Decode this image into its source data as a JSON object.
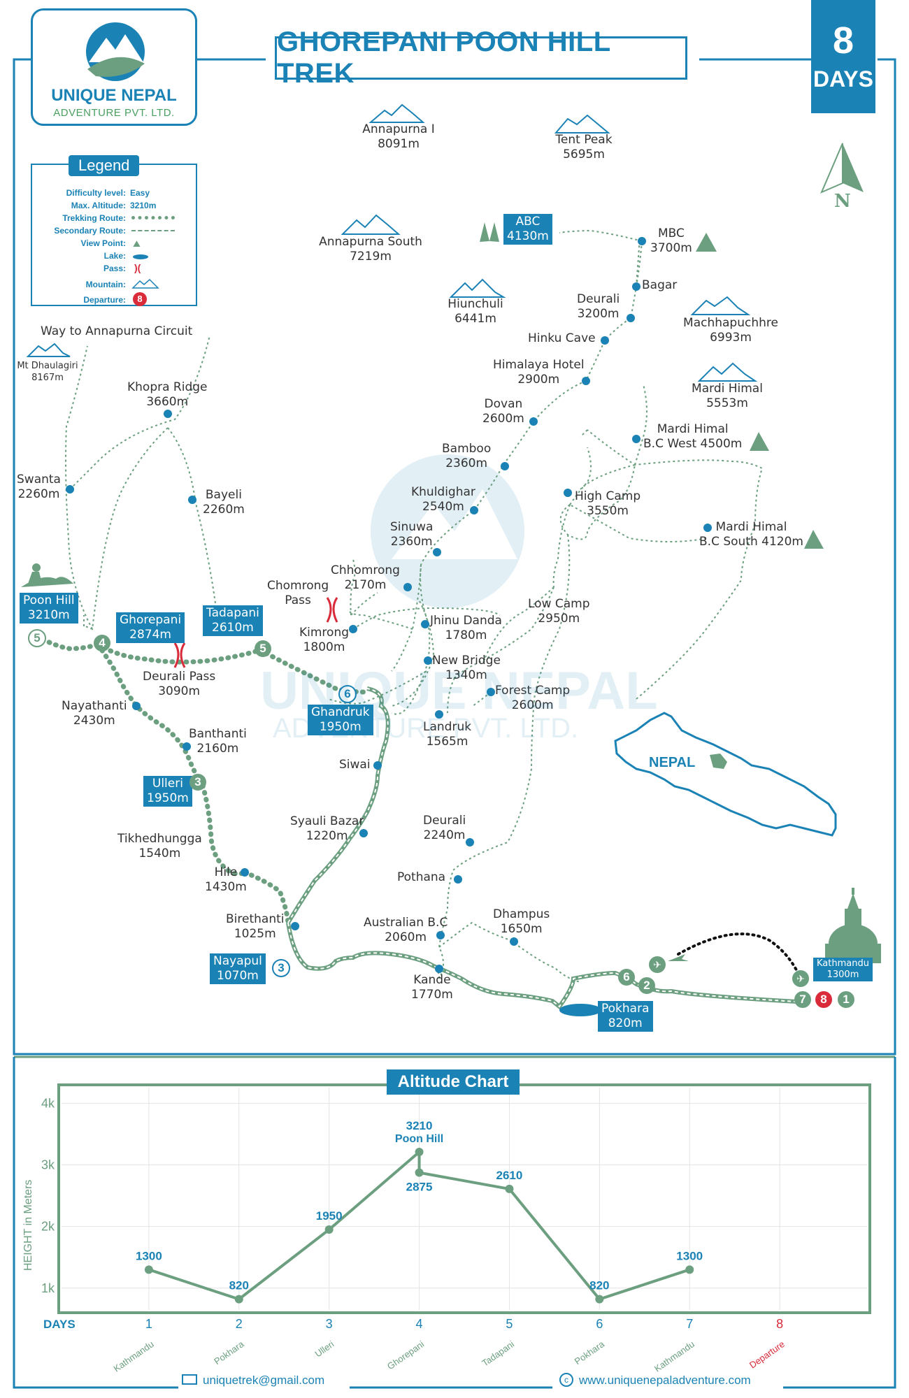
{
  "logo": {
    "name": "UNIQUE NEPAL",
    "sub": "ADVENTURE PVT. LTD."
  },
  "title": "GHOREPANI POON HILL TREK",
  "days": {
    "number": "8",
    "label": "DAYS"
  },
  "north": "N",
  "legend": {
    "title": "Legend",
    "rows": [
      {
        "label": "Difficulty level:",
        "value": "Easy"
      },
      {
        "label": "Max. Altitude:",
        "value": "3210m"
      },
      {
        "label": "Trekking Route:",
        "value": ""
      },
      {
        "label": "Secondary Route:",
        "value": ""
      },
      {
        "label": "View Point:",
        "value": ""
      },
      {
        "label": "Lake:",
        "value": ""
      },
      {
        "label": "Pass:",
        "value": ""
      },
      {
        "label": "Mountain:",
        "value": ""
      },
      {
        "label": "Departure:",
        "value": "8"
      }
    ]
  },
  "mountains": [
    {
      "name": "Annapurna I",
      "alt": "8091m"
    },
    {
      "name": "Tent Peak",
      "alt": "5695m"
    },
    {
      "name": "Annapurna South",
      "alt": "7219m"
    },
    {
      "name": "Hiunchuli",
      "alt": "6441m"
    },
    {
      "name": "Machhapuchhre",
      "alt": "6993m"
    },
    {
      "name": "Mardi Himal",
      "alt": "5553m"
    },
    {
      "name": "Mt Dhaulagiri",
      "alt": "8167m"
    }
  ],
  "places": {
    "abc": "ABC",
    "abc_alt": "4130m",
    "mbc": "MBC",
    "mbc_alt": "3700m",
    "bagar": "Bagar",
    "deurali_top": "Deurali",
    "deurali_top_alt": "3200m",
    "hinku": "Hinku Cave",
    "himalaya_hotel": "Himalaya Hotel",
    "himalaya_hotel_alt": "2900m",
    "dovan": "Dovan",
    "dovan_alt": "2600m",
    "bamboo": "Bamboo",
    "bamboo_alt": "2360m",
    "khuldighar": "Khuldighar",
    "khuldighar_alt": "2540m",
    "sinuwa": "Sinuwa",
    "sinuwa_alt": "2360m",
    "chhomrong": "Chhomrong",
    "chhomrong_alt": "2170m",
    "chomrong_pass": "Chomrong",
    "chomrong_pass_2": "Pass",
    "kimrong": "Kimrong",
    "kimrong_alt": "1800m",
    "jhinu": "Jhinu Danda",
    "jhinu_alt": "1780m",
    "new_bridge": "New Bridge",
    "new_bridge_alt": "1340m",
    "landruk": "Landruk",
    "landruk_alt": "1565m",
    "forest_camp": "Forest Camp",
    "forest_camp_alt": "2600m",
    "low_camp": "Low Camp",
    "low_camp_alt": "2950m",
    "high_camp": "High Camp",
    "high_camp_alt": "3550m",
    "mardi_west": "Mardi Himal",
    "mardi_west_2": "B.C West 4500m",
    "mardi_south": "Mardi Himal",
    "mardi_south_2": "B.C South 4120m",
    "circuit": "Way to Annapurna Circuit",
    "khopra": "Khopra Ridge",
    "khopra_alt": "3660m",
    "swanta": "Swanta",
    "swanta_alt": "2260m",
    "bayeli": "Bayeli",
    "bayeli_alt": "2260m",
    "poon_hill": "Poon Hill",
    "poon_hill_alt": "3210m",
    "ghorepani": "Ghorepani",
    "ghorepani_alt": "2874m",
    "tadapani": "Tadapani",
    "tadapani_alt": "2610m",
    "deurali_pass": "Deurali Pass",
    "deurali_pass_alt": "3090m",
    "ghandruk": "Ghandruk",
    "ghandruk_alt": "1950m",
    "nayathanti": "Nayathanti",
    "nayathanti_alt": "2430m",
    "banthanti": "Banthanti",
    "banthanti_alt": "2160m",
    "ulleri": "Ulleri",
    "ulleri_alt": "1950m",
    "siwai": "Siwai",
    "tikhedhungga": "Tikhedhungga",
    "tikhedhungga_alt": "1540m",
    "hile": "Hile",
    "hile_alt": "1430m",
    "syauli": "Syauli Bazar",
    "syauli_alt": "1220m",
    "deurali_low": "Deurali",
    "deurali_low_alt": "2240m",
    "pothana": "Pothana",
    "birethanti": "Birethanti",
    "birethanti_alt": "1025m",
    "nayapul": "Nayapul",
    "nayapul_alt": "1070m",
    "australian": "Australian B.C",
    "australian_alt": "2060m",
    "dhampus": "Dhampus",
    "dhampus_alt": "1650m",
    "kande": "Kande",
    "kande_alt": "1770m",
    "pokhara": "Pokhara",
    "pokhara_alt": "820m",
    "kathmandu": "Kathmandu",
    "kathmandu_alt": "1300m"
  },
  "day_markers": [
    "1",
    "2",
    "3",
    "4",
    "5",
    "6",
    "7",
    "8"
  ],
  "nepal_label": "NEPAL",
  "watermark": {
    "line1": "UNIQUE NEPAL",
    "line2": "ADVENTURE PVT. LTD."
  },
  "chart_data": {
    "type": "line",
    "title": "Altitude Chart",
    "xlabel": "DAYS",
    "ylabel": "HEIGHT in Meters",
    "x": [
      1,
      2,
      3,
      4,
      4,
      5,
      6,
      7
    ],
    "values": [
      1300,
      820,
      1950,
      3210,
      2875,
      2610,
      820,
      1300
    ],
    "point_labels": [
      "1300",
      "820",
      "1950",
      "3210",
      "2875",
      "2610",
      "820",
      "1300"
    ],
    "peak_label": "Poon Hill",
    "day_ticks": [
      "1",
      "2",
      "3",
      "4",
      "5",
      "6",
      "7",
      "8"
    ],
    "day_names": [
      "Kathmandu",
      "Pokhara",
      "Ulleri",
      "Ghorepani",
      "Tadapani",
      "Pokhara",
      "Kathmandu",
      "Departure"
    ],
    "y_ticks": [
      1000,
      2000,
      3000,
      4000
    ],
    "y_tick_labels": [
      "1k",
      "2k",
      "3k",
      "4k"
    ],
    "ylim": [
      600,
      4300
    ],
    "xlim": [
      0,
      9
    ],
    "grid": true,
    "line_color": "#6c9f80",
    "label_color": "#1a82b5"
  },
  "footer": {
    "email": "uniquetrek@gmail.com",
    "website": "www.uniquenepaladventure.com"
  },
  "colors": {
    "brand_blue": "#1a82b5",
    "route_green": "#6c9f80",
    "marker_blue": "#1a82b5",
    "departure_red": "#d92b3a"
  }
}
